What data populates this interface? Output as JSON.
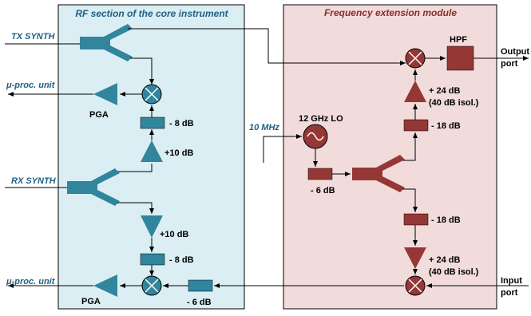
{
  "panels": {
    "left_title": "RF section of the core instrument",
    "right_title": "Frequency extension module"
  },
  "signals": {
    "tx_synth": "TX SYNTH",
    "rx_synth": "RX SYNTH",
    "uproc_top": "μ-proc. unit",
    "uproc_bottom": "μ-proc. unit",
    "ref_10mhz": "10 MHz"
  },
  "labels": {
    "pga_top": "PGA",
    "pga_bottom": "PGA",
    "att_8db_top": "- 8 dB",
    "amp_10db_top": "+10 dB",
    "amp_10db_bottom": "+10 dB",
    "att_8db_bottom": "- 8 dB",
    "att_6db_left": "- 6 dB",
    "lo_12ghz": "12 GHz LO",
    "att_6db_lo": "- 6 dB",
    "hpf": "HPF",
    "amp_24db_top_1": "+ 24 dB",
    "amp_24db_top_2": "(40 dB isol.)",
    "att_18db_top": "- 18 dB",
    "att_18db_bottom": "- 18 dB",
    "amp_24db_bottom_1": "+ 24 dB",
    "amp_24db_bottom_2": "(40 dB isol.)",
    "output_port_1": "Output",
    "output_port_2": "port",
    "input_port_1": "Input",
    "input_port_2": "port"
  },
  "colors": {
    "left_panel_fill": "#daeef3",
    "right_panel_fill": "#f2dcdb",
    "blue_component": "#31859c",
    "red_component": "#953735"
  }
}
